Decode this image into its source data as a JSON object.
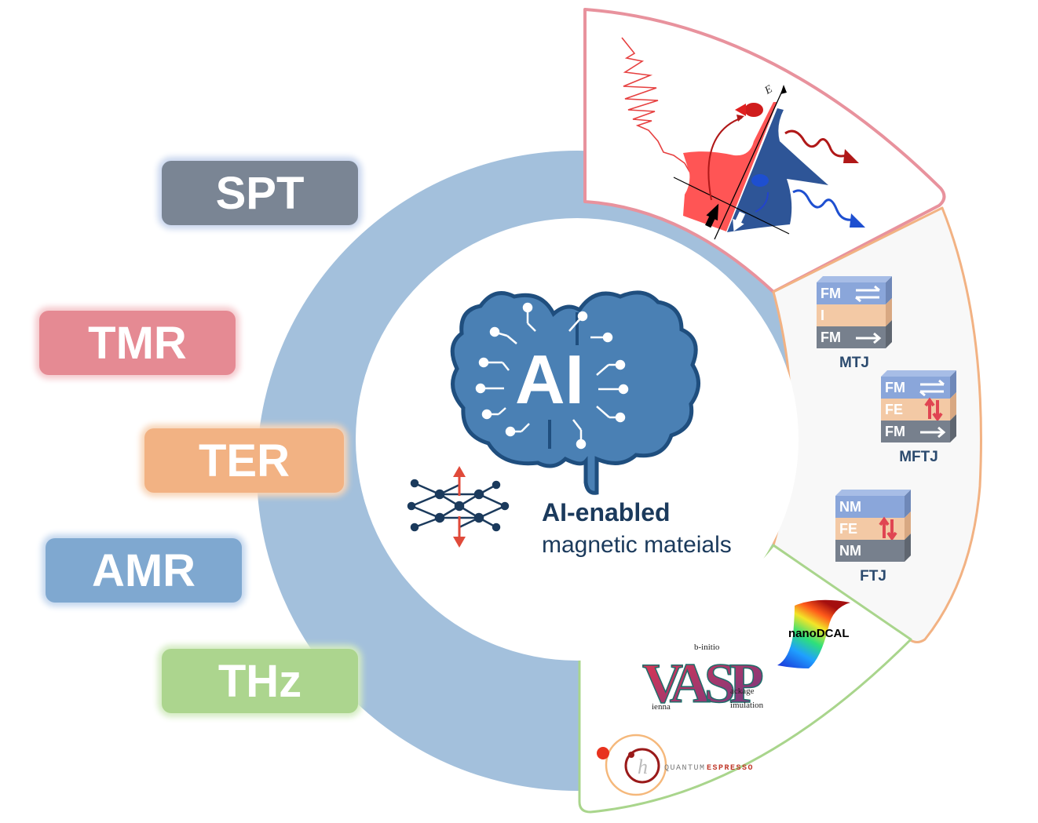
{
  "tags": [
    {
      "label": "SPT",
      "color": "#7a8594",
      "glow": "#c9d6ee"
    },
    {
      "label": "TMR",
      "color": "#e58a93",
      "glow": "#f5c9cd"
    },
    {
      "label": "TER",
      "color": "#f2b283",
      "glow": "#f8d5b8"
    },
    {
      "label": "AMR",
      "color": "#7fa8d0",
      "glow": "#c4d7ee"
    },
    {
      "label": "THz",
      "color": "#acd58e",
      "glow": "#d4ecc2"
    }
  ],
  "ring": {
    "color": "#a3c0dc"
  },
  "center": {
    "brain_text": "AI",
    "brain_color": "#4a80b4",
    "brain_outline": "#1f4e7e",
    "title_line1": "AI-enabled",
    "title_line2": "magnetic mateials",
    "text_color": "#1b3a5c",
    "arrow_color": "#e04a3a"
  },
  "panels": {
    "top": {
      "border_color": "#e8929d",
      "axis_label": "E",
      "spin_up_color": "#ff5555",
      "spin_down_color": "#2e5597"
    },
    "middle": {
      "border_color": "#f2b283",
      "devices": [
        {
          "name": "MTJ",
          "layers": [
            "FM",
            "I",
            "FM"
          ]
        },
        {
          "name": "MFTJ",
          "layers": [
            "FM",
            "FE",
            "FM"
          ]
        },
        {
          "name": "FTJ",
          "layers": [
            "NM",
            "FE",
            "NM"
          ]
        }
      ]
    },
    "bottom": {
      "border_color": "#a9d58c",
      "logos": {
        "vasp": {
          "big": "VASP",
          "a": "b-initio",
          "p": "ackage",
          "s": "imulation",
          "v": "ienna"
        },
        "nanodcal": "nanoDCAL",
        "qe_a": "QUANTUM",
        "qe_b": "ESPRESSO"
      }
    }
  }
}
